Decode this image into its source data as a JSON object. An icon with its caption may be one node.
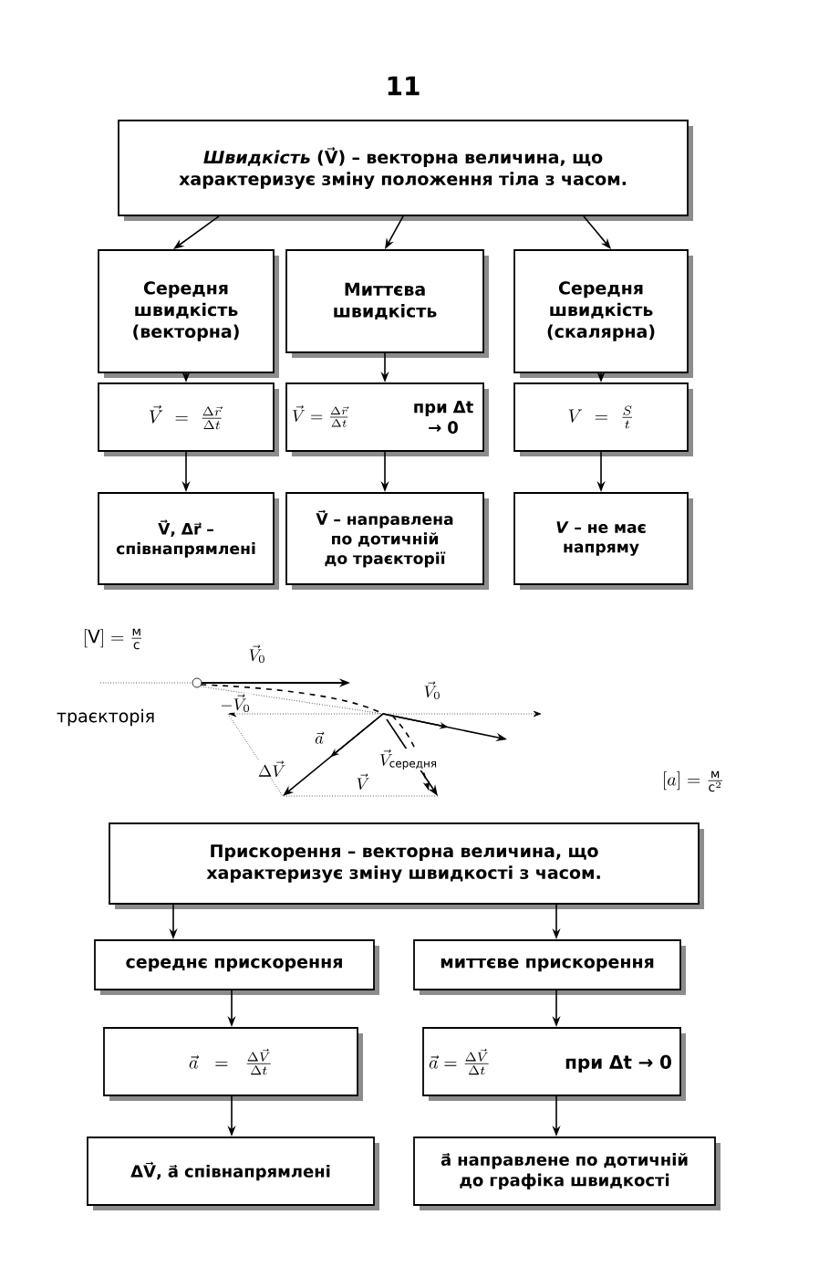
{
  "diagram": {
    "nodes": [
      {
        "text": [
          "*Швидкість* (V⃗) – векторна величина, що характеризує зміну положення тіла з часом."
        ]
      },
      {
        "text": [
          "Середня швидкість (векторна)"
        ]
      },
      {
        "text": [
          "Миттєва швидкість"
        ]
      },
      {
        "text": [
          "Середня швидкість (скалярна)"
        ]
      },
      {
        "text": [
          "\\vec{V}=\\frac{\\Delta\\vec{r}}{\\Delta t}"
        ]
      },
      {
        "text": [
          "\\vec{V}=\\frac{\\Delta\\vec{r}}{\\Delta t}",
          "при Δt → 0"
        ]
      },
      {
        "text": [
          "V=\\frac{S}{t}"
        ]
      },
      {
        "text": [
          "V⃗, Δr⃗ – співнапрямлені"
        ]
      },
      {
        "text": [
          "V⃗ – направлена по дотичній до траєкторії"
        ]
      },
      {
        "text": [
          "*V* – не має напряму"
        ]
      },
      {
        "text": [
          "Прискорення – векторна величина, що характеризує зміну швидкості з часом."
        ]
      },
      {
        "text": [
          "середнє прискорення"
        ]
      },
      {
        "text": [
          "миттєве прискорення"
        ]
      },
      {
        "text": [
          "\\vec{a}=\\frac{\\Delta\\vec{V}}{\\Delta t}"
        ]
      },
      {
        "text": [
          "\\vec{a}=\\frac{\\Delta\\vec{V}}{\\Delta t}",
          "при Δt → 0"
        ]
      },
      {
        "text": [
          "ΔV⃗, a⃗ співнапрямлені"
        ]
      },
      {
        "text": [
          "a⃗ направлене по дотичній до графіка швидкості"
        ]
      }
    ],
    "edges": [
      {
        "from": 0,
        "to": 1,
        "arrow": "to"
      },
      {
        "from": 0,
        "to": 2,
        "arrow": "to"
      },
      {
        "from": 0,
        "to": 3,
        "arrow": "to"
      },
      {
        "from": 1,
        "to": 4,
        "arrow": "to"
      },
      {
        "from": 2,
        "to": 5,
        "arrow": "to"
      },
      {
        "from": 3,
        "to": 6,
        "arrow": "to"
      },
      {
        "from": 4,
        "to": 7,
        "arrow": "to"
      },
      {
        "from": 5,
        "to": 8,
        "arrow": "to"
      },
      {
        "from": 6,
        "to": 9,
        "arrow": "to"
      },
      {
        "from": 10,
        "to": 11,
        "arrow": "to"
      },
      {
        "from": 10,
        "to": 12,
        "arrow": "to"
      },
      {
        "from": 11,
        "to": 13,
        "arrow": "to"
      },
      {
        "from": 12,
        "to": 14,
        "arrow": "to"
      },
      {
        "from": 13,
        "to": 15,
        "arrow": "to"
      },
      {
        "from": 14,
        "to": 16,
        "arrow": "to"
      }
    ],
    "labels": [
      "11",
      "[\\mathrm{V}]=\\frac{\\text{м}}{\\text{с}}",
      "\\vec{V}_0",
      "траєкторія",
      "-\\vec{V}_0",
      "\\vec{V}_0",
      "\\vec{a}",
      "\\vec{V}_{\\text{середня}}",
      "\\Delta\\vec{V}",
      "\\vec{V}",
      "[a]=\\frac{\\text{м}}{\\text{с}^2}"
    ]
  }
}
